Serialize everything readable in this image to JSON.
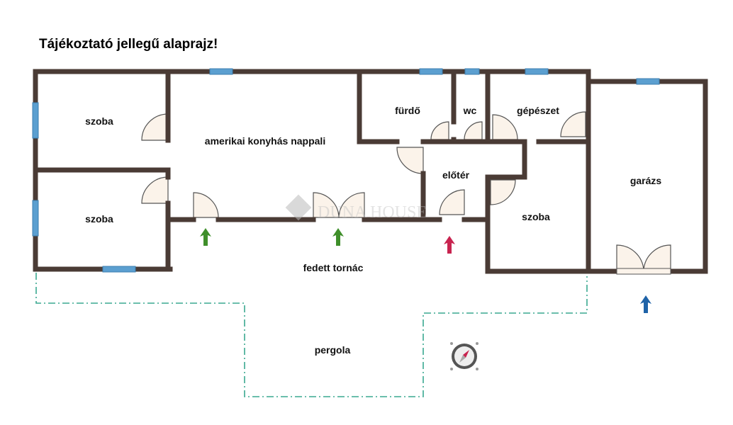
{
  "title": "Tájékoztató jellegű alaprajz!",
  "watermark": "DUNA HOUSE",
  "rooms": {
    "szoba_top_left": "szoba",
    "szoba_bottom_left": "szoba",
    "living": "amerikai konyhás nappali",
    "bathroom": "fürdő",
    "wc": "wc",
    "utility": "gépészet",
    "hall": "előtér",
    "szoba_right": "szoba",
    "garage": "garázs",
    "porch": "fedett tornác",
    "pergola": "pergola"
  },
  "colors": {
    "wall": "#4a3b35",
    "window": "#5b9fd0",
    "door": "#fbf3ea",
    "pergola_line": "#3aa890",
    "arrow_green": "#3f8f2a",
    "arrow_red": "#c8234f",
    "arrow_blue": "#1f63a8"
  }
}
